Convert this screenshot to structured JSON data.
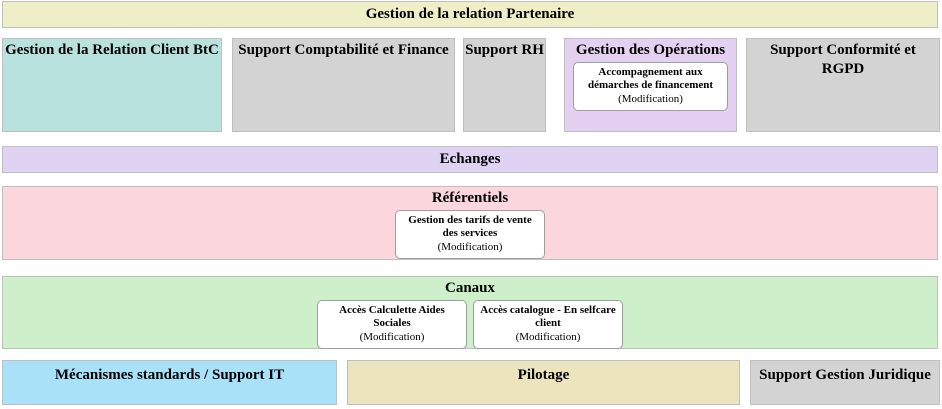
{
  "diagram": {
    "kind": "capability-map",
    "language": "fr",
    "header": {
      "title": "Gestion de la relation Partenaire",
      "bg": "#eeeec7"
    },
    "domains_row": [
      {
        "title": "Gestion de la Relation Client BtC",
        "bg": "#b8e2de",
        "children": []
      },
      {
        "title": "Support Comptabilité et Finance",
        "bg": "#d3d3d3",
        "children": []
      },
      {
        "title": "Support RH",
        "bg": "#d3d3d3",
        "children": []
      },
      {
        "title": "Gestion des Opérations",
        "bg": "#e4d1f1",
        "children": [
          {
            "title": "Accompagnement aux démarches de financement",
            "subtitle": "(Modification)"
          }
        ]
      },
      {
        "title": "Support Conformité et RGPD",
        "bg": "#d3d3d3",
        "children": []
      }
    ],
    "bands": [
      {
        "title": "Echanges",
        "bg": "#e0d2f3",
        "children": []
      },
      {
        "title": "Référentiels",
        "bg": "#fcd6dd",
        "children": [
          {
            "title": "Gestion des tarifs de vente des services",
            "subtitle": "(Modification)"
          }
        ]
      },
      {
        "title": "Canaux",
        "bg": "#cdf0ca",
        "children": [
          {
            "title": "Accès Calculette Aides Sociales",
            "subtitle": "(Modification)"
          },
          {
            "title": "Accès catalogue - En selfcare client",
            "subtitle": "(Modification)"
          }
        ]
      }
    ],
    "footer_row": [
      {
        "title": "Mécanismes standards / Support IT",
        "bg": "#a9e1f8"
      },
      {
        "title": "Pilotage",
        "bg": "#ece4bd"
      },
      {
        "title": "Support Gestion Juridique",
        "bg": "#d3d3d3"
      }
    ],
    "colors": {
      "page_background": "#ffffff",
      "box_border": "#bfbfbf",
      "child_box_border": "#9e9e9e",
      "text": "#000000"
    }
  }
}
